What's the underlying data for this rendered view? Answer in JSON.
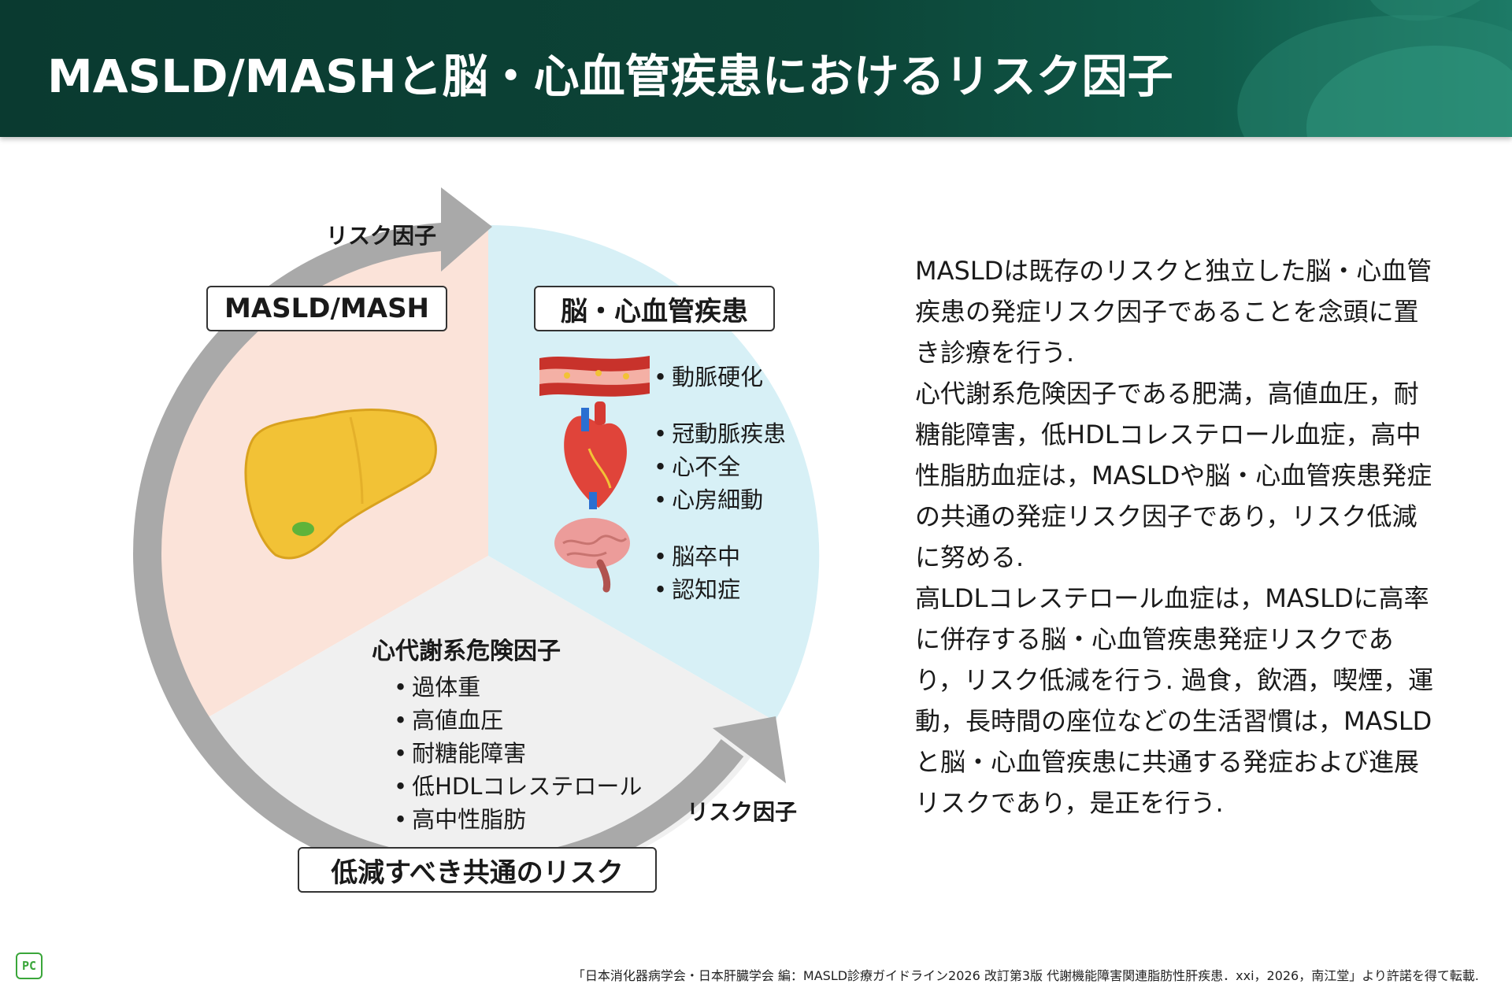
{
  "header": {
    "title": "MASLD/MASHと脳・心血管疾患におけるリスク因子"
  },
  "diagram": {
    "sector_masld_label": "MASLD/MASH",
    "sector_cv_label": "脳・心血管疾患",
    "sector_common_label": "低減すべき共通のリスク",
    "arrow_label_top": "リスク因子",
    "arrow_label_bottom": "リスク因子",
    "cv_items": [
      "動脈硬化",
      "冠動脈疾患",
      "心不全",
      "心房細動",
      "脳卒中",
      "認知症"
    ],
    "metabolic_title": "心代謝系危険因子",
    "metabolic_items": [
      "過体重",
      "高値血圧",
      "耐糖能障害",
      "低HDLコレステロール",
      "高中性脂肪"
    ],
    "colors": {
      "masld_sector": "#fbe3d9",
      "cv_sector": "#d7f0f6",
      "common_sector": "#f0f0f0",
      "arrow": "#a9a9a9",
      "liver": "#f2c236"
    },
    "icons": [
      "liver-icon",
      "artery-icon",
      "heart-icon",
      "brain-icon"
    ]
  },
  "description": {
    "paragraphs": [
      "MASLDは既存のリスクと独立した脳・心血管疾患の発症リスク因子であることを念頭に置き診療を行う.",
      "心代謝系危険因子である肥満，高値血圧，耐糖能障害，低HDLコレステロール血症，高中性脂肪血症は，MASLDや脳・心血管疾患発症の共通の発症リスク因子であり，リスク低減に努める.",
      "高LDLコレステロール血症は，MASLDに高率に併存する脳・心血管疾患発症リスクであり，リスク低減を行う. 過食，飲酒，喫煙，運動，長時間の座位などの生活習慣は，MASLDと脳・心血管疾患に共通する発症および進展リスクであり，是正を行う."
    ]
  },
  "footer": {
    "citation": "「日本消化器病学会・日本肝臓学会 編：MASLD診療ガイドライン2026 改訂第3版 代謝機能障害関連脂肪性肝疾患．xxi，2026，南江堂」より許諾を得て転載.",
    "logo_text": "PC"
  }
}
